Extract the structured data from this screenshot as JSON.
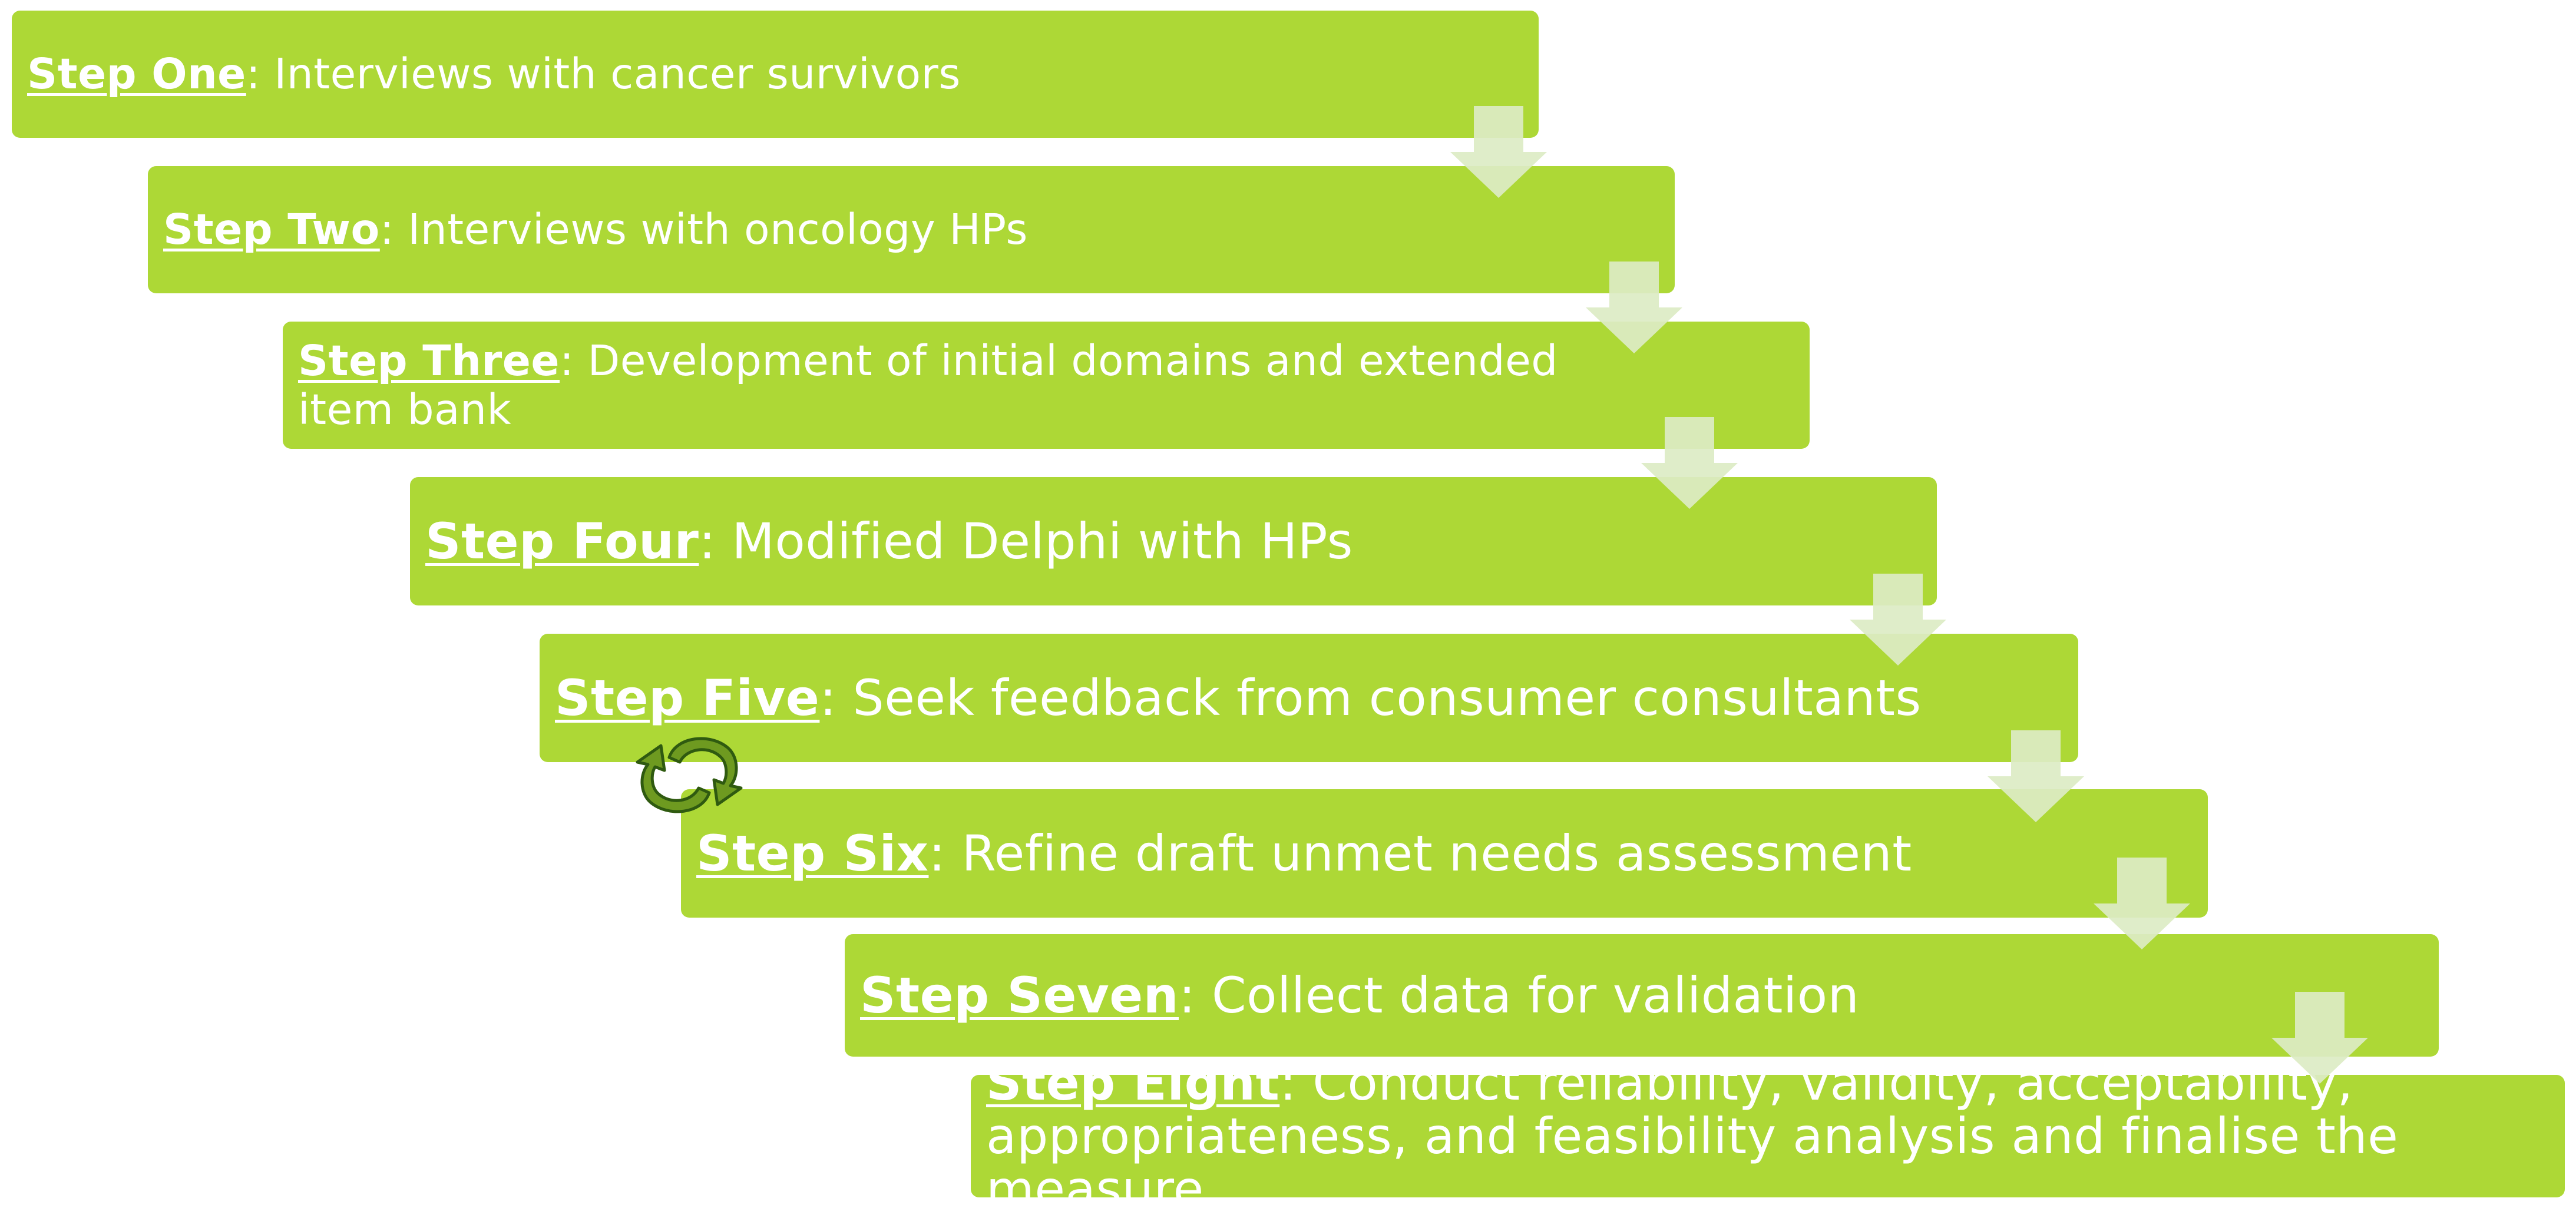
{
  "steps": [
    {
      "name": "Step One",
      "text": ": Interviews with cancer survivors"
    },
    {
      "name": "Step Two",
      "text": ": Interviews with oncology HPs"
    },
    {
      "name": "Step Three",
      "text": ": Development of initial domains and extended",
      "text_line2": "item bank"
    },
    {
      "name": "Step Four",
      "text": ": Modified Delphi with HPs"
    },
    {
      "name": "Step Five",
      "text": ": Seek feedback from consumer consultants"
    },
    {
      "name": "Step Six",
      "text": ": Refine draft unmet needs assessment"
    },
    {
      "name": "Step Seven",
      "text": ": Collect data for validation"
    },
    {
      "name": "Step Eight",
      "text": ": Conduct reliability, validity, acceptability,",
      "text_line2": "appropriateness, and feasibility analysis and finalise the measure"
    }
  ],
  "connectors": {
    "arrow_icon": "down-arrow-icon",
    "cycle_icon": "refresh-cycle-icon"
  },
  "colors": {
    "box": "#add836",
    "text": "#ffffff",
    "arrow": "#dcebc4",
    "cycle_fill": "#6e9a20",
    "cycle_stroke": "#2f5a10"
  }
}
